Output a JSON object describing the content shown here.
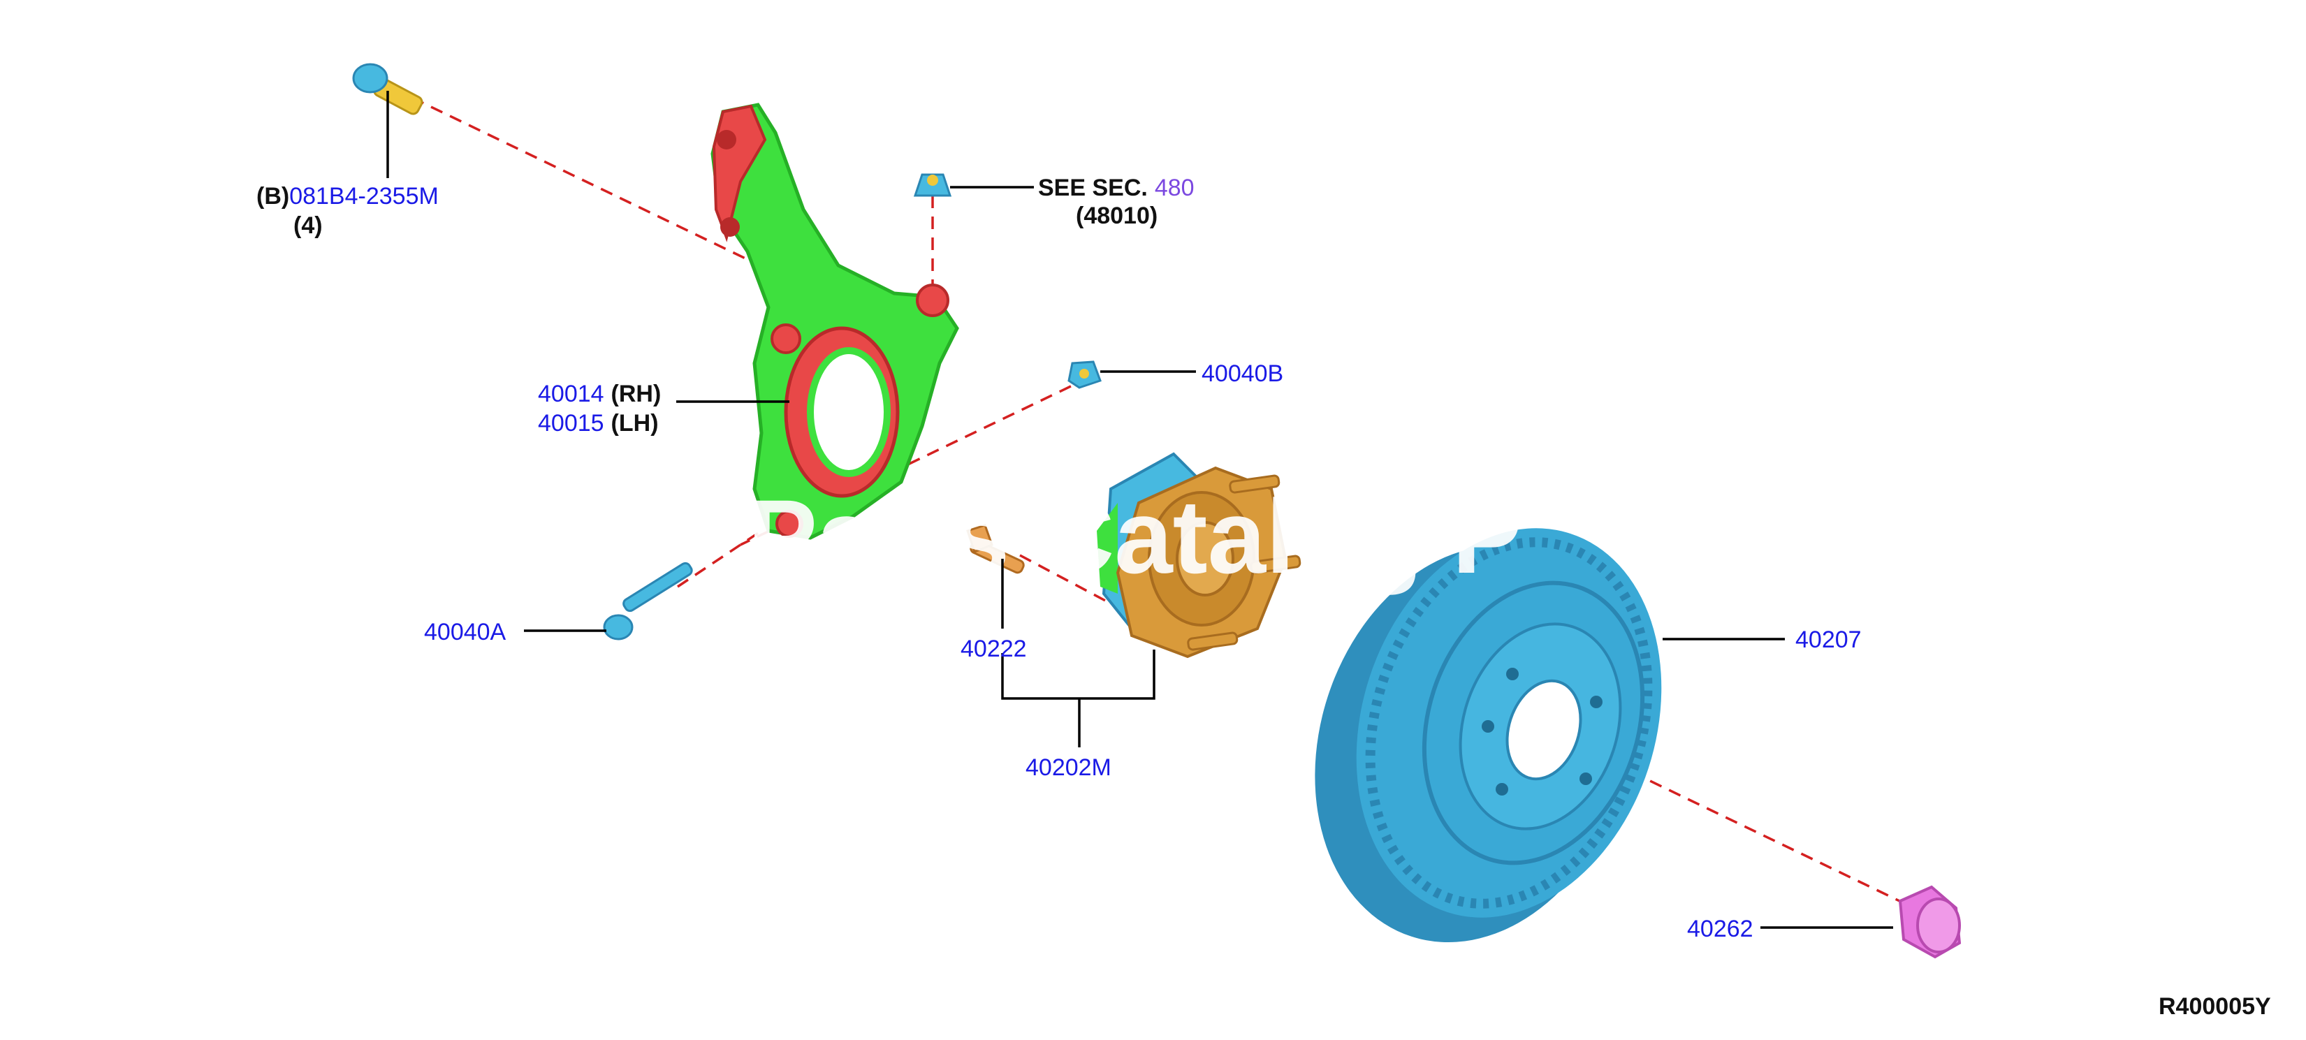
{
  "diagram_code": "R400005Y",
  "watermark": "Parts Catalog P",
  "parts": {
    "bolt_b": {
      "prefix": "(B)",
      "number": "081B4-2355M",
      "qty": "(4)"
    },
    "see_sec": {
      "text": "SEE SEC.",
      "section": "480",
      "sub": "(48010)"
    },
    "knuckle_rh": {
      "number": "40014",
      "side": "(RH)"
    },
    "knuckle_lh": {
      "number": "40015",
      "side": "(LH)"
    },
    "nut_b": {
      "number": "40040B"
    },
    "bolt_a": {
      "number": "40040A"
    },
    "hub_bolt": {
      "number": "40222"
    },
    "hub_assy": {
      "number": "40202M"
    },
    "rotor": {
      "number": "40207"
    },
    "cap": {
      "number": "40262"
    }
  },
  "colors": {
    "knuckle": "#3ee03e",
    "knuckle_pads": "#e84848",
    "hub": "#d99a3a",
    "rotor": "#3aa9d6",
    "bolt_head": "#47b9e0",
    "bolt_shank": "#f0c83a",
    "cap": "#e878e0",
    "callout_blue": "#1a1ae6",
    "section_purple": "#7b48e0"
  }
}
